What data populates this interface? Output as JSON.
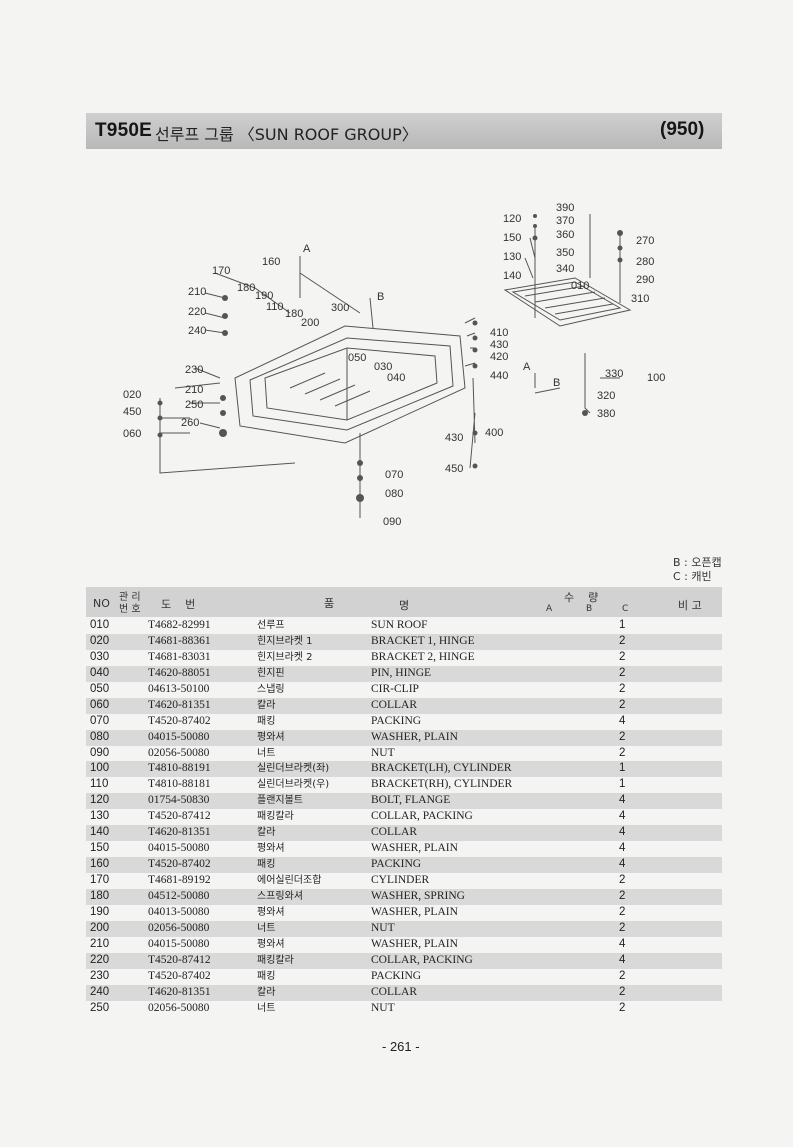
{
  "header": {
    "model": "T950E",
    "title": "선루프 그룹 〈SUN ROOF GROUP〉",
    "group_no": "(950)"
  },
  "diagram": {
    "labels": [
      "390",
      "370",
      "360",
      "350",
      "340",
      "010",
      "270",
      "280",
      "290",
      "310",
      "120",
      "150",
      "130",
      "140",
      "160",
      "170",
      "180",
      "190",
      "110",
      "180",
      "200",
      "210",
      "220",
      "240",
      "300",
      "410",
      "430",
      "420",
      "440",
      "050",
      "030",
      "040",
      "230",
      "210",
      "250",
      "260",
      "020",
      "450",
      "060",
      "330",
      "100",
      "320",
      "380",
      "400",
      "430",
      "450",
      "070",
      "080",
      "090"
    ],
    "markers": [
      "A",
      "B",
      "A",
      "B"
    ]
  },
  "legend": {
    "b": "B : 오픈캡",
    "c": "C : 캐빈"
  },
  "table": {
    "headers": {
      "no": "NO",
      "mgmt1": "관 리",
      "mgmt2": "번 호",
      "drawing": "도    번",
      "name1": "품",
      "name2": "명",
      "qty": "수    량",
      "qty_a": "A",
      "qty_b": "B",
      "qty_c": "C",
      "remarks": "비 고"
    },
    "rows": [
      {
        "no": "010",
        "part": "T4682-82991",
        "kor": "선루프",
        "eng": "SUN ROOF",
        "qty": "1"
      },
      {
        "no": "020",
        "part": "T4681-88361",
        "kor": "힌지브라켓 1",
        "eng": "BRACKET 1, HINGE",
        "qty": "2"
      },
      {
        "no": "030",
        "part": "T4681-83031",
        "kor": "힌지브라켓 2",
        "eng": "BRACKET 2, HINGE",
        "qty": "2"
      },
      {
        "no": "040",
        "part": "T4620-88051",
        "kor": "힌지핀",
        "eng": "PIN, HINGE",
        "qty": "2"
      },
      {
        "no": "050",
        "part": "04613-50100",
        "kor": "스냅링",
        "eng": "CIR-CLIP",
        "qty": "2"
      },
      {
        "no": "060",
        "part": "T4620-81351",
        "kor": "칼라",
        "eng": "COLLAR",
        "qty": "2"
      },
      {
        "no": "070",
        "part": "T4520-87402",
        "kor": "패킹",
        "eng": "PACKING",
        "qty": "4"
      },
      {
        "no": "080",
        "part": "04015-50080",
        "kor": "평와셔",
        "eng": "WASHER, PLAIN",
        "qty": "2"
      },
      {
        "no": "090",
        "part": "02056-50080",
        "kor": "너트",
        "eng": "NUT",
        "qty": "2"
      },
      {
        "no": "100",
        "part": "T4810-88191",
        "kor": "실린더브라켓(좌)",
        "eng": "BRACKET(LH), CYLINDER",
        "qty": "1"
      },
      {
        "no": "110",
        "part": "T4810-88181",
        "kor": "실린더브라켓(우)",
        "eng": "BRACKET(RH), CYLINDER",
        "qty": "1"
      },
      {
        "no": "120",
        "part": "01754-50830",
        "kor": "플랜지볼트",
        "eng": "BOLT, FLANGE",
        "qty": "4"
      },
      {
        "no": "130",
        "part": "T4520-87412",
        "kor": "패킹칼라",
        "eng": "COLLAR, PACKING",
        "qty": "4"
      },
      {
        "no": "140",
        "part": "T4620-81351",
        "kor": "칼라",
        "eng": "COLLAR",
        "qty": "4"
      },
      {
        "no": "150",
        "part": "04015-50080",
        "kor": "평와셔",
        "eng": "WASHER, PLAIN",
        "qty": "4"
      },
      {
        "no": "160",
        "part": "T4520-87402",
        "kor": "패킹",
        "eng": "PACKING",
        "qty": "4"
      },
      {
        "no": "170",
        "part": "T4681-89192",
        "kor": "에어실린더조합",
        "eng": "CYLINDER",
        "qty": "2"
      },
      {
        "no": "180",
        "part": "04512-50080",
        "kor": "스프링와셔",
        "eng": "WASHER, SPRING",
        "qty": "2"
      },
      {
        "no": "190",
        "part": "04013-50080",
        "kor": "평와셔",
        "eng": "WASHER, PLAIN",
        "qty": "2"
      },
      {
        "no": "200",
        "part": "02056-50080",
        "kor": "너트",
        "eng": "NUT",
        "qty": "2"
      },
      {
        "no": "210",
        "part": "04015-50080",
        "kor": "평와셔",
        "eng": "WASHER, PLAIN",
        "qty": "4"
      },
      {
        "no": "220",
        "part": "T4520-87412",
        "kor": "패킹칼라",
        "eng": "COLLAR, PACKING",
        "qty": "4"
      },
      {
        "no": "230",
        "part": "T4520-87402",
        "kor": "패킹",
        "eng": "PACKING",
        "qty": "2"
      },
      {
        "no": "240",
        "part": "T4620-81351",
        "kor": "칼라",
        "eng": "COLLAR",
        "qty": "2"
      },
      {
        "no": "250",
        "part": "02056-50080",
        "kor": "너트",
        "eng": "NUT",
        "qty": "2"
      }
    ]
  },
  "footer": {
    "page_number": "- 261 -"
  }
}
